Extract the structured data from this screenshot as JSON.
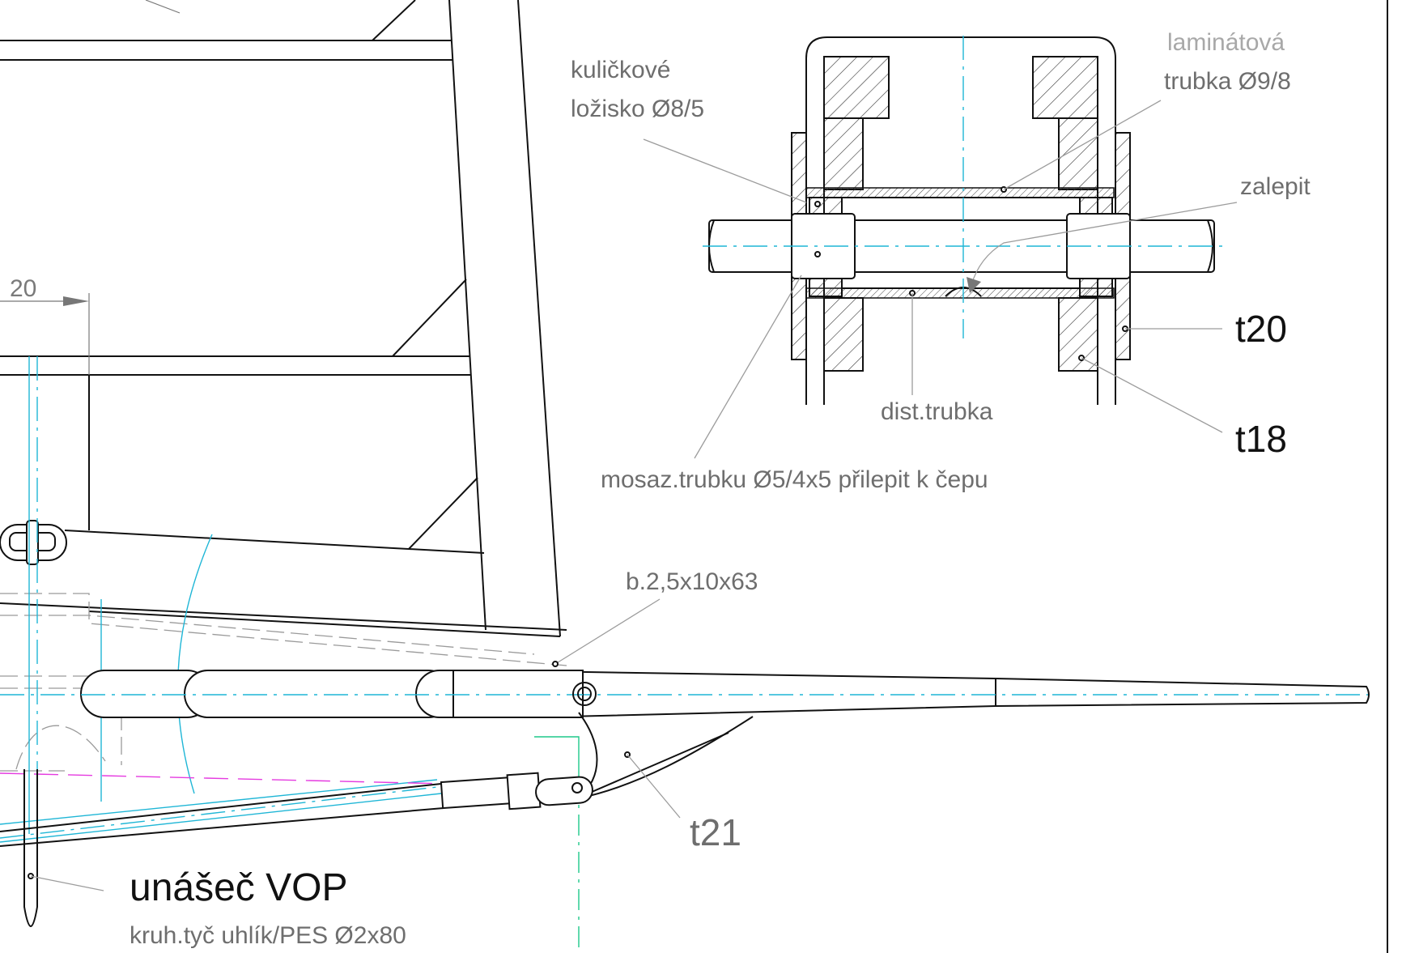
{
  "section_view": {
    "label_bearing_line1": "kuličkové",
    "label_bearing_line2": "ložisko Ø8/5",
    "label_tube_line1": "laminátová",
    "label_tube_line2": "trubka Ø9/8",
    "label_glue": "zalepit",
    "label_spacer": "dist.trubka",
    "label_brass": "mosaz.trubku Ø5/4x5 přilepit k čepu",
    "tag_t20": "t20",
    "tag_t18": "t18"
  },
  "main_view": {
    "dimension_value": "20",
    "label_strip": "b.2,5x10x63",
    "tag_t21": "t21",
    "title": "unášeč VOP",
    "subtitle": "kruh.tyč uhlík/PES Ø2x80"
  },
  "colors": {
    "outline": "#111111",
    "centerline": "#1fb6d6",
    "magenta_line": "#e53be0",
    "green_line": "#1ec98a",
    "annotation_text": "#6e6e6e"
  }
}
